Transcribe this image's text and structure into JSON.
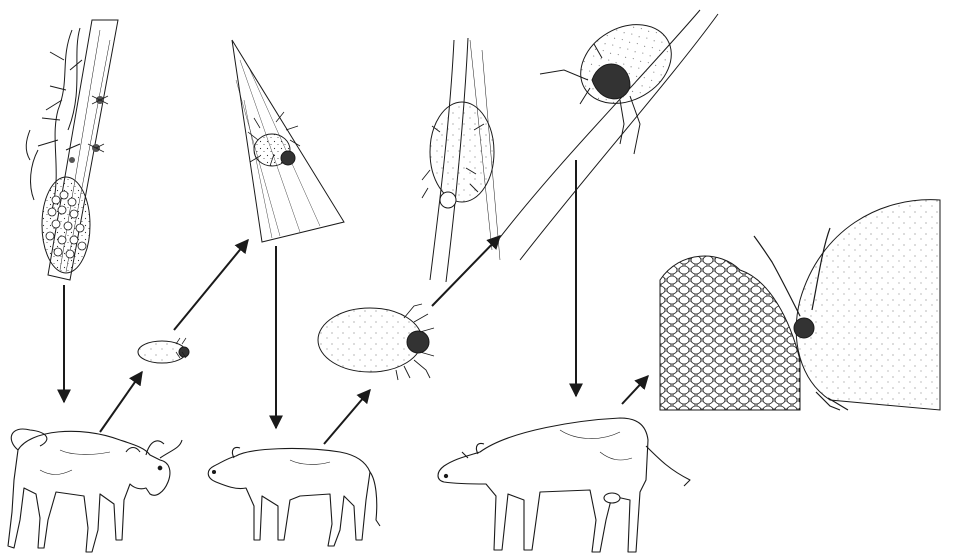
{
  "diagram": {
    "type": "tick-life-cycle",
    "colors": {
      "ink": "#1a1a1a",
      "background": "#ffffff",
      "fill": "#fafafa"
    },
    "stages": [
      {
        "id": "larvae-on-grass",
        "icon": "larvae-cluster-on-grass-icon"
      },
      {
        "id": "host-1",
        "icon": "bull-icon"
      },
      {
        "id": "fed-larva",
        "icon": "engorged-larva-icon"
      },
      {
        "id": "nymph-on-blade",
        "icon": "nymph-on-grass-blade-icon"
      },
      {
        "id": "host-2",
        "icon": "calf-icon"
      },
      {
        "id": "fed-nymph",
        "icon": "engorged-nymph-icon"
      },
      {
        "id": "adults-on-stems",
        "icon": "adult-ticks-on-stems-icon"
      },
      {
        "id": "host-3",
        "icon": "cow-icon"
      },
      {
        "id": "egg-laying-female",
        "icon": "female-tick-laying-eggs-icon"
      }
    ],
    "arrows": [
      {
        "from": "larvae-on-grass",
        "to": "host-1"
      },
      {
        "from": "host-1",
        "to": "fed-larva"
      },
      {
        "from": "fed-larva",
        "to": "nymph-on-blade"
      },
      {
        "from": "nymph-on-blade",
        "to": "host-2"
      },
      {
        "from": "host-2",
        "to": "fed-nymph"
      },
      {
        "from": "fed-nymph",
        "to": "adults-on-stems"
      },
      {
        "from": "adults-on-stems",
        "to": "host-3"
      },
      {
        "from": "host-3",
        "to": "egg-laying-female"
      }
    ]
  }
}
